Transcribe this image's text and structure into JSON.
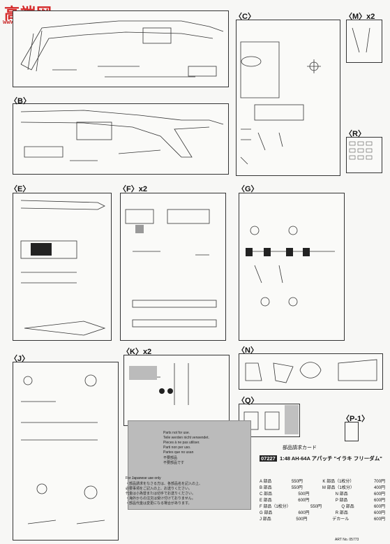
{
  "watermark": {
    "cn": "高端网",
    "url": "www.gaoduan.com"
  },
  "sections": {
    "A": "",
    "B": "〈B〉",
    "C": "〈C〉",
    "M": "〈M〉x2",
    "R": "〈R〉",
    "E": "〈E〉",
    "F": "〈F〉x2",
    "G": "〈G〉",
    "J": "〈J〉",
    "K": "〈K〉x2",
    "N": "〈N〉",
    "Q": "〈Q〉",
    "P1": "〈P-1〉"
  },
  "notes": {
    "lines": [
      "Parts not for use.",
      "Teile werden nicht verwendet.",
      "Pieces à ne pas utiliser.",
      "Parti non per uso.",
      "Partes que no usan",
      "不要部品",
      "不要部品です"
    ]
  },
  "japanese_note": {
    "header": "For Japanese use only",
    "lines": [
      "・部品請求をなさる方は、各部品名を記入の上、",
      "必要事項をご記入の上、お送りください。",
      "代金は小為替または切手でお送りください。",
      "・海外からの注文は受け付けておりません。",
      "・部品代金は変更になる場合があります。"
    ]
  },
  "card": {
    "title": "部品請求カード",
    "code": "07227",
    "product": "1:48 AH-64A アパッチ \"イラキ フリーダム\"",
    "prices": [
      [
        "A 部品",
        "550円",
        "K 部品（1枚分）",
        "700円"
      ],
      [
        "B 部品",
        "550円",
        "M 部品（1枚分）",
        "400円"
      ],
      [
        "C 部品",
        "500円",
        "N 部品",
        "600円"
      ],
      [
        "E 部品",
        "600円",
        "P 部品",
        "600円"
      ],
      [
        "F 部品（1枚分）",
        "550円",
        "Q 部品",
        "600円"
      ],
      [
        "G 部品",
        "600円",
        "R 部品",
        "600円"
      ],
      [
        "J 部品",
        "500円",
        "デカール",
        "600円"
      ]
    ],
    "art_no": "ART No. 05773"
  }
}
